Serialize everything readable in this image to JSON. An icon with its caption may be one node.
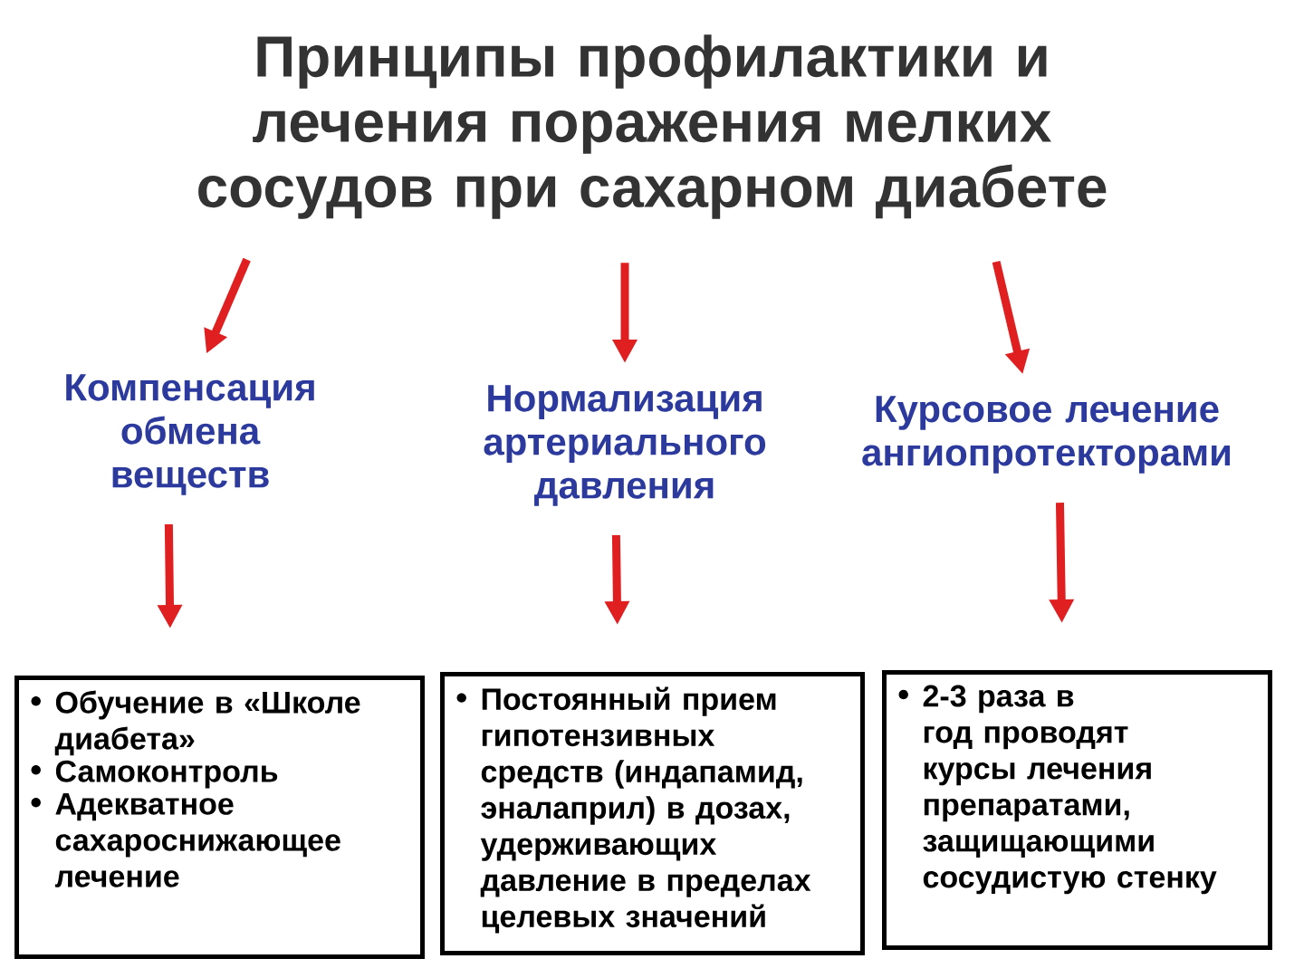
{
  "diagram": {
    "nodes": [
      {
        "text": [
          "Принципы профилактики и лечения поражения мелких сосудов при сахарном диабете"
        ]
      },
      {
        "text": [
          "Компенсация обмена веществ"
        ]
      },
      {
        "text": [
          "Нормализация артериального давления"
        ]
      },
      {
        "text": [
          "Курсовое лечение ангиопротекторами"
        ]
      },
      {
        "text": [
          "Обучение в «Школе диабета»",
          "Самоконтроль",
          "Адекватное сахароснижающее лечение"
        ]
      },
      {
        "text": [
          "Постоянный прием гипотензивных средств (индапамид, эналаприл) в дозах, удерживающих давление в пределах целевых значений"
        ]
      },
      {
        "text": [
          "2-3 раза в год проводят курсы лечения препаратами, защищающими сосудистую стенку"
        ]
      }
    ],
    "edges": [
      {
        "from": 0,
        "to": 1,
        "arrow": "to"
      },
      {
        "from": 0,
        "to": 2,
        "arrow": "to"
      },
      {
        "from": 0,
        "to": 3,
        "arrow": "to"
      },
      {
        "from": 1,
        "to": 4,
        "arrow": "to"
      },
      {
        "from": 2,
        "to": 5,
        "arrow": "to"
      },
      {
        "from": 3,
        "to": 6,
        "arrow": "to"
      }
    ]
  }
}
